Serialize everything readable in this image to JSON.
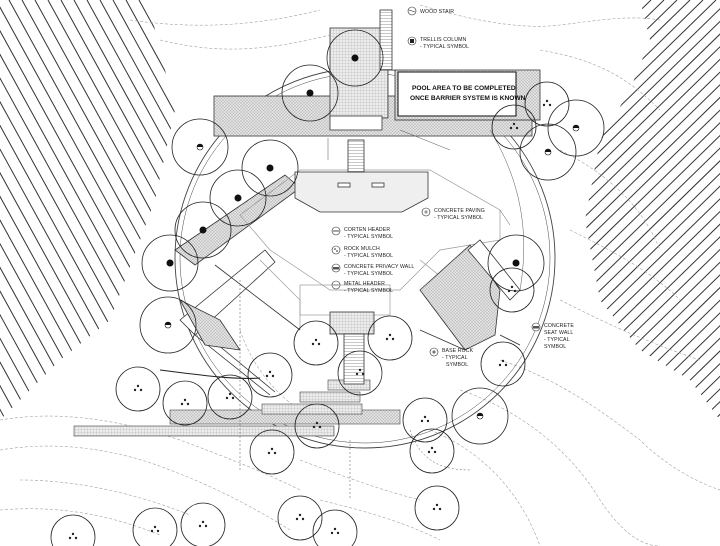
{
  "pool_note": {
    "line1": "POOL AREA TO BE COMPLETED",
    "line2": "ONCE BARRIER SYSTEM IS KNOWN"
  },
  "callouts": [
    {
      "id": "wood-stair",
      "lines": [
        "WOOD STAIR"
      ]
    },
    {
      "id": "trellis-column",
      "lines": [
        "TRELLIS COLUMN",
        "- TYPICAL SYMBOL"
      ]
    },
    {
      "id": "concrete-paving",
      "lines": [
        "CONCRETE PAVING",
        "- TYPICAL SYMBOL"
      ]
    },
    {
      "id": "corten-header",
      "lines": [
        "CORTEN HEADER",
        "- TYPICAL SYMBOL"
      ]
    },
    {
      "id": "rock-mulch",
      "lines": [
        "ROCK MULCH",
        "- TYPICAL SYMBOL"
      ]
    },
    {
      "id": "concrete-privacy-wall",
      "lines": [
        "CONCRETE PRIVACY WALL",
        "- TYPICAL SYMBOL"
      ]
    },
    {
      "id": "metal-header",
      "lines": [
        "METAL HEADER",
        "- TYPICAL SYMBOL"
      ]
    },
    {
      "id": "base-rock",
      "lines": [
        "BASE ROCK",
        "- TYPICAL",
        "SYMBOL"
      ]
    },
    {
      "id": "concrete-seat-wall",
      "lines": [
        "CONCRETE",
        "SEAT WALL",
        "- TYPICAL",
        "SYMBOL"
      ]
    }
  ],
  "colors": {
    "line": "#222222",
    "hatch": "#555555",
    "contour": "#9a9a9a",
    "paving": "#dcdcdc"
  }
}
